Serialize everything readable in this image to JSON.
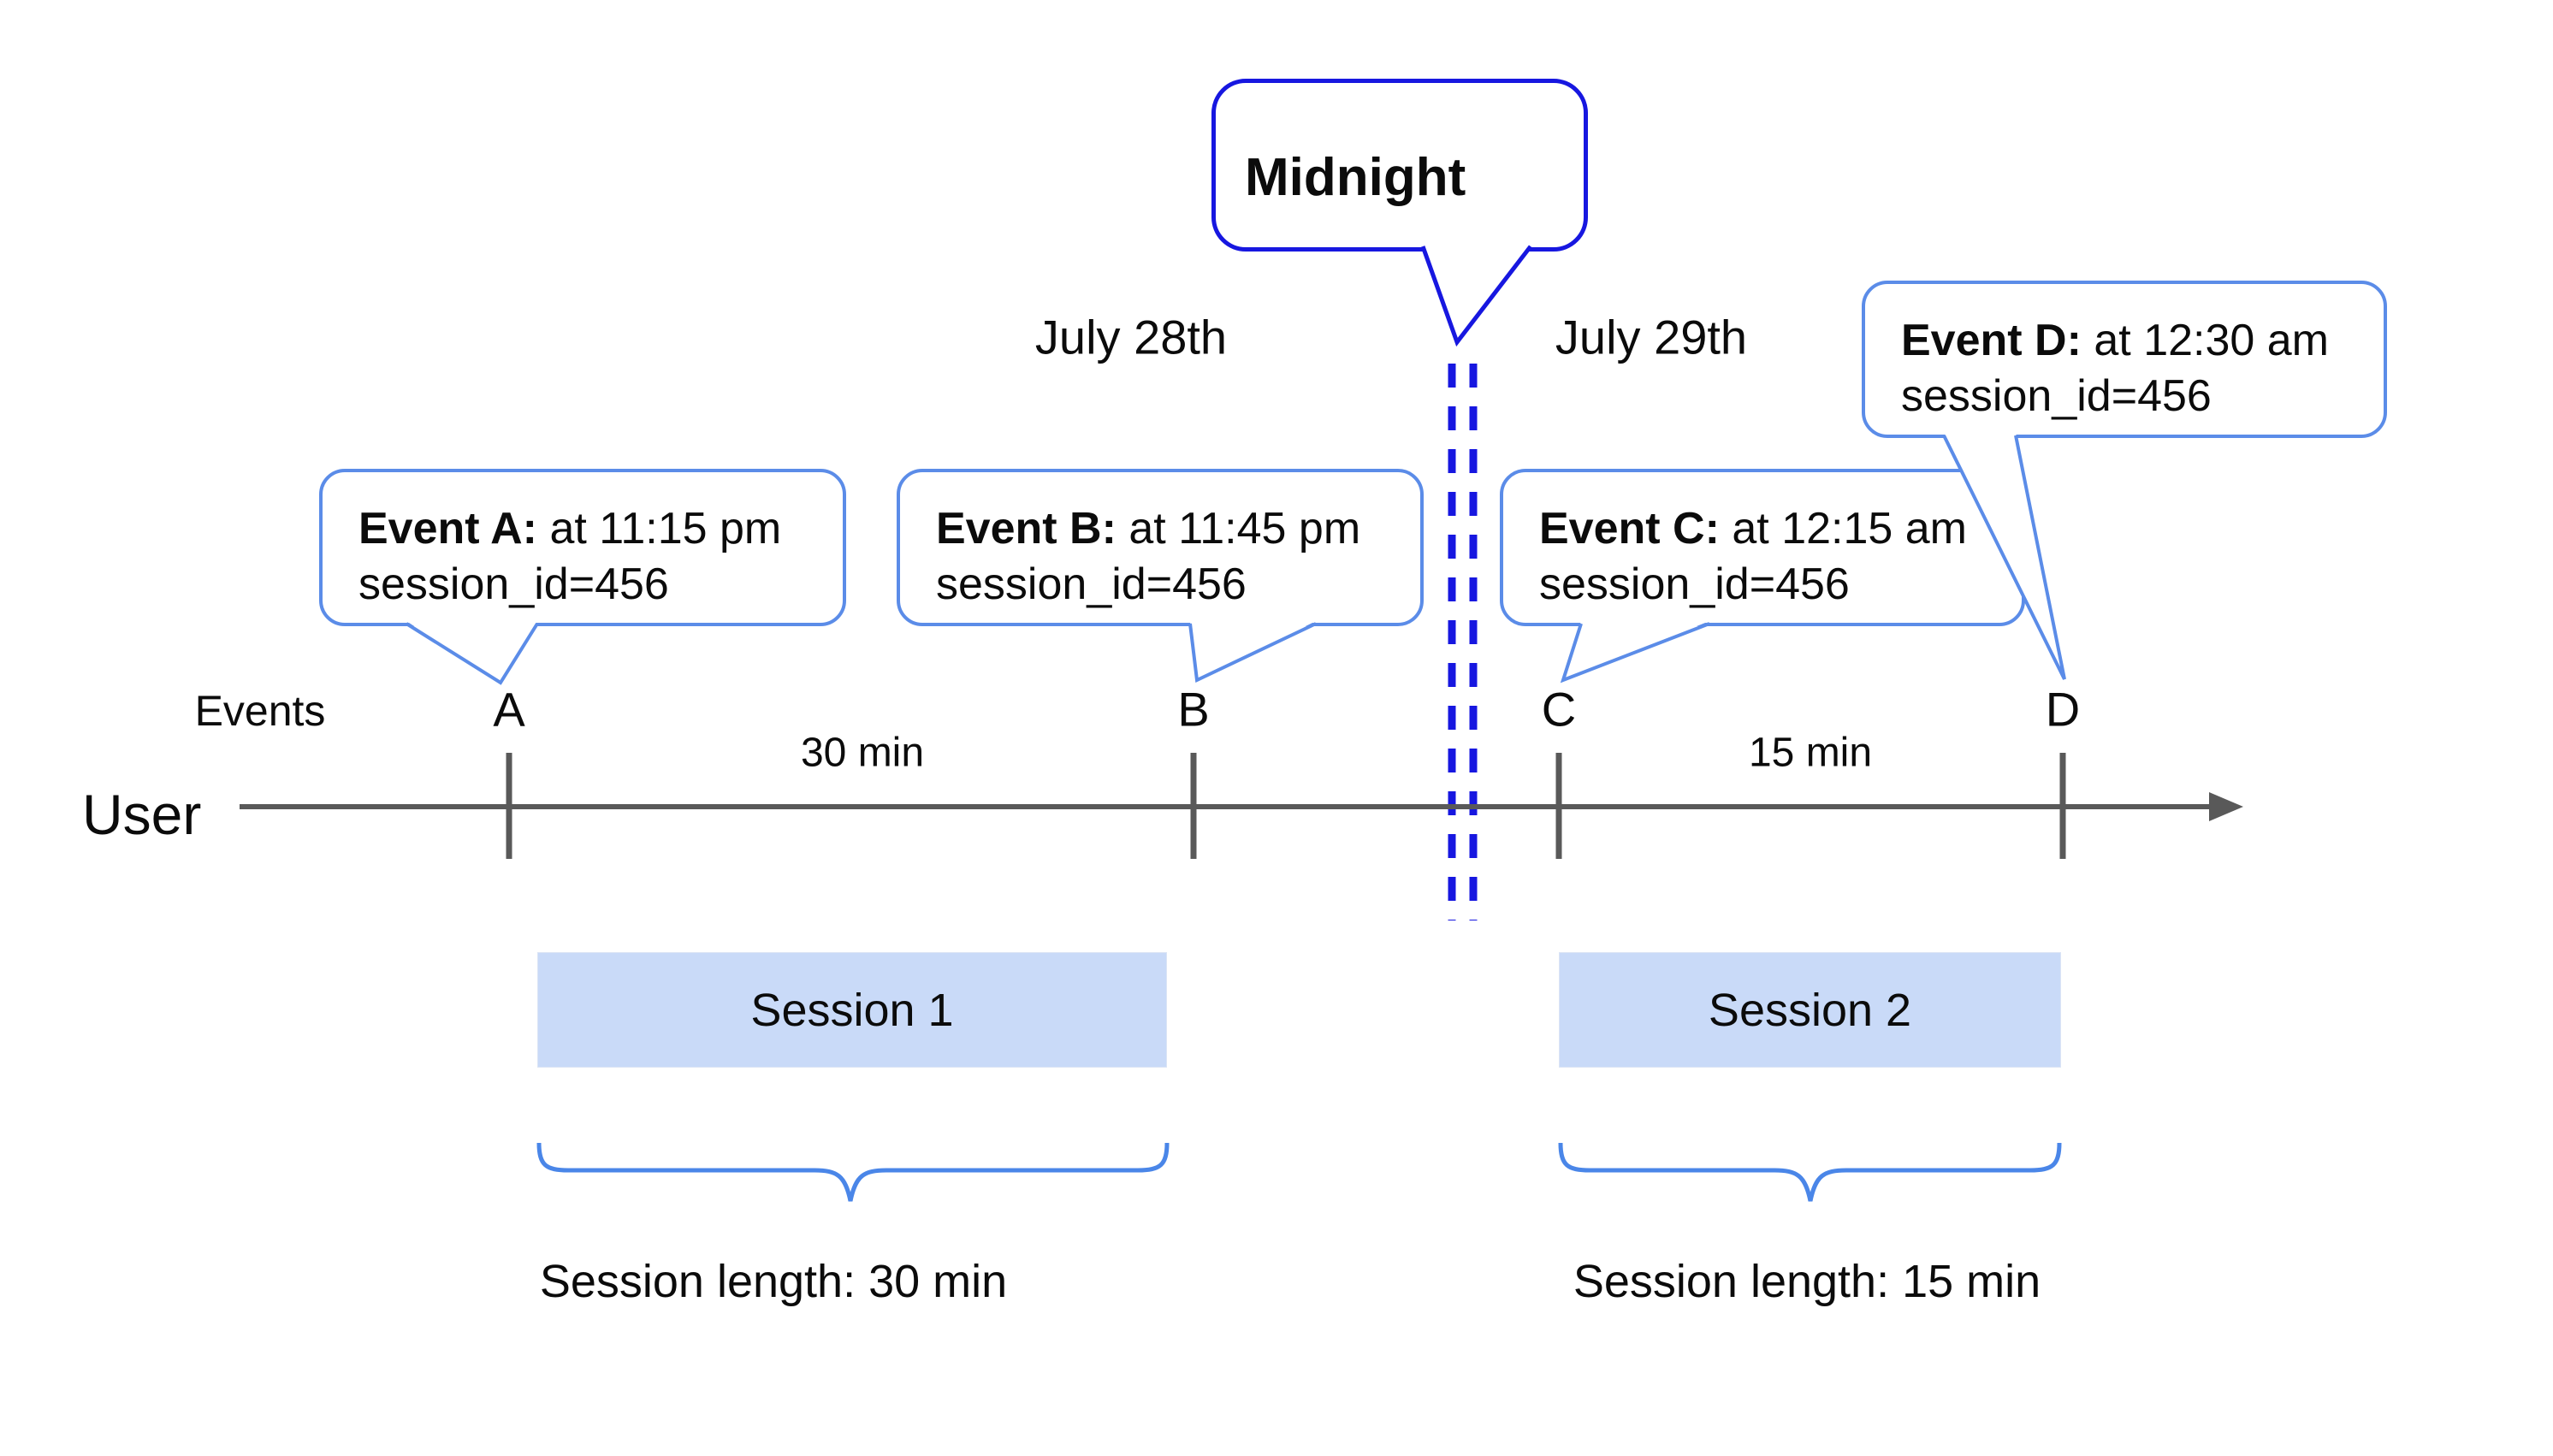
{
  "diagram": {
    "midnight_callout": {
      "label": "Midnight"
    },
    "date_labels": {
      "before": "July 28th",
      "after": "July 29th"
    },
    "event_callouts": [
      {
        "letter": "A",
        "title": "Event A:",
        "time_text": "at 11:15 pm",
        "session_text": "session_id=456"
      },
      {
        "letter": "B",
        "title": "Event B:",
        "time_text": "at 11:45 pm",
        "session_text": "session_id=456"
      },
      {
        "letter": "C",
        "title": "Event C:",
        "time_text": "at 12:15 am",
        "session_text": "session_id=456"
      },
      {
        "letter": "D",
        "title": "Event D:",
        "time_text": "at 12:30 am",
        "session_text": "session_id=456"
      }
    ],
    "axis": {
      "events_label": "Events",
      "user_label": "User",
      "gap_labels": [
        "30 min",
        "15 min"
      ]
    },
    "sessions": [
      {
        "name": "Session 1",
        "length_label": "Session length: 30 min"
      },
      {
        "name": "Session 2",
        "length_label": "Session length: 15 min"
      }
    ],
    "colors": {
      "midnight_line_blue": "#1717e0",
      "callout_border_blue": "#5b8ce8",
      "brace_blue": "#4a86e8",
      "session_fill_blue": "#c9daf8",
      "axis_gray": "#595959",
      "text_black": "#0b0b0b"
    }
  }
}
